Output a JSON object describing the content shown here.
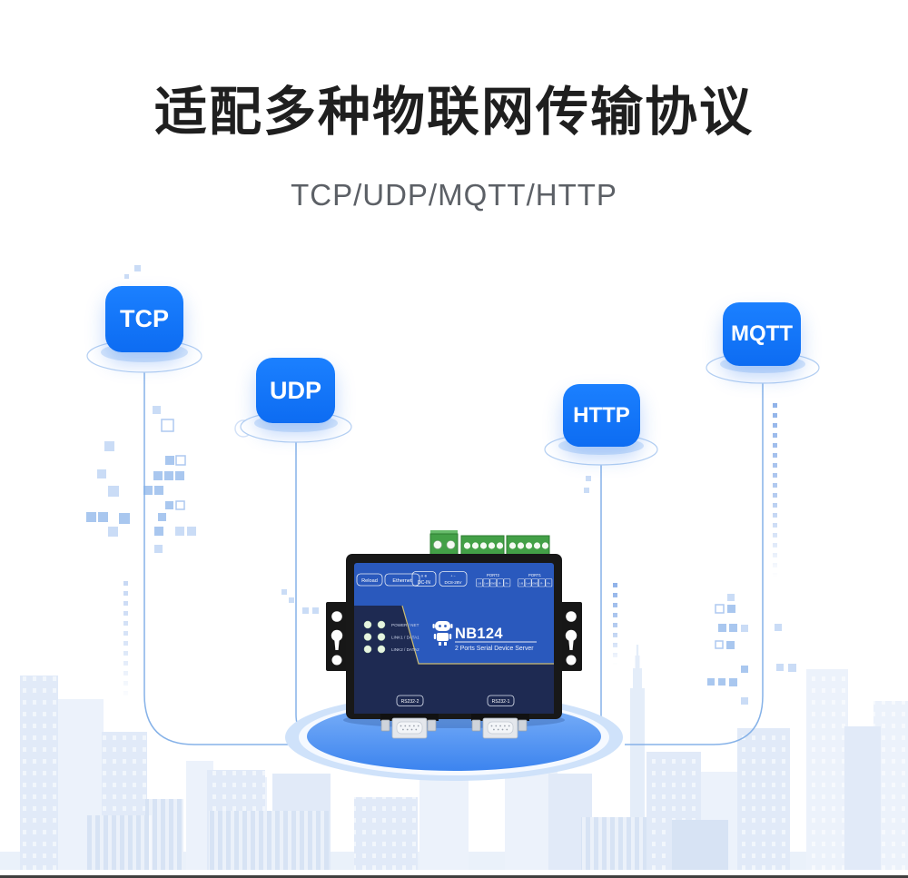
{
  "header": {
    "title": "适配多种物联网传输协议",
    "subtitle": "TCP/UDP/MQTT/HTTP"
  },
  "badges": [
    {
      "label": "TCP"
    },
    {
      "label": "UDP"
    },
    {
      "label": "HTTP"
    },
    {
      "label": "MQTT"
    }
  ],
  "device": {
    "model": "NB124",
    "tagline": "2 Ports Serial Device Server",
    "button_labels": [
      "Reload",
      "Ethernet"
    ],
    "power": [
      {
        "marks": "⊖ ⊕",
        "name": "DC-IN"
      },
      {
        "marks": "+        −",
        "name": "DC8-28V"
      }
    ],
    "ports": [
      {
        "name": "PORT2",
        "pins": [
          "1-B",
          "1+A",
          "GND",
          "R-",
          "R+"
        ]
      },
      {
        "name": "PORT1",
        "pins": [
          "1-B",
          "1+A",
          "GND",
          "R-",
          "R+"
        ]
      }
    ],
    "leds": [
      "POWER  /  NET",
      "LINK1  /  DATA1",
      "LINK2  /  DATA2"
    ],
    "serial_labels": [
      "RS232-2",
      "RS232-1"
    ]
  },
  "colors": {
    "accent_blue": "#1677ff",
    "panel_blue": "#2a59bd",
    "panel_navy": "#1e2a52",
    "gold_trim": "#cdbd72",
    "line_blue": "#86b2e8",
    "platform_blue": "#3f87f0",
    "skyline_blue": "#dfe9f7"
  }
}
